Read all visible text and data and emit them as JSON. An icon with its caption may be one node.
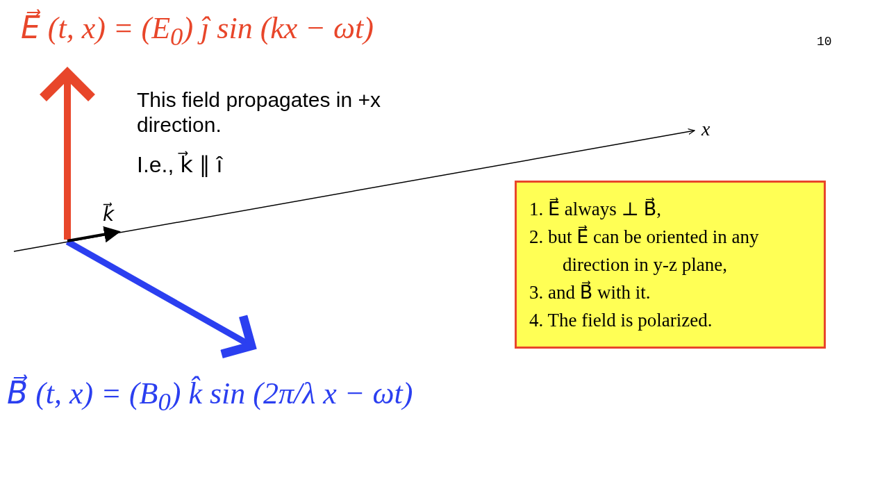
{
  "diagram": {
    "nodes": [
      {
        "text": [
          "1. E⃗ always ⊥ B⃗,",
          "2. but E⃗ can be oriented in any direction in y-z plane,",
          "3. and B⃗ with it.",
          "4. The field is polarized."
        ]
      }
    ],
    "labels": [
      "E⃗ (t, x) = (E$_{0}$) ĵ sin (kx − ωt)",
      "10",
      "This field propagates in +x direction.",
      "I.e., k⃗ ∥ î",
      "x",
      "k⃗",
      "B⃗ (t, x) = (B$_{0}$) k̂ sin (2π/λ x − ωt)"
    ]
  }
}
